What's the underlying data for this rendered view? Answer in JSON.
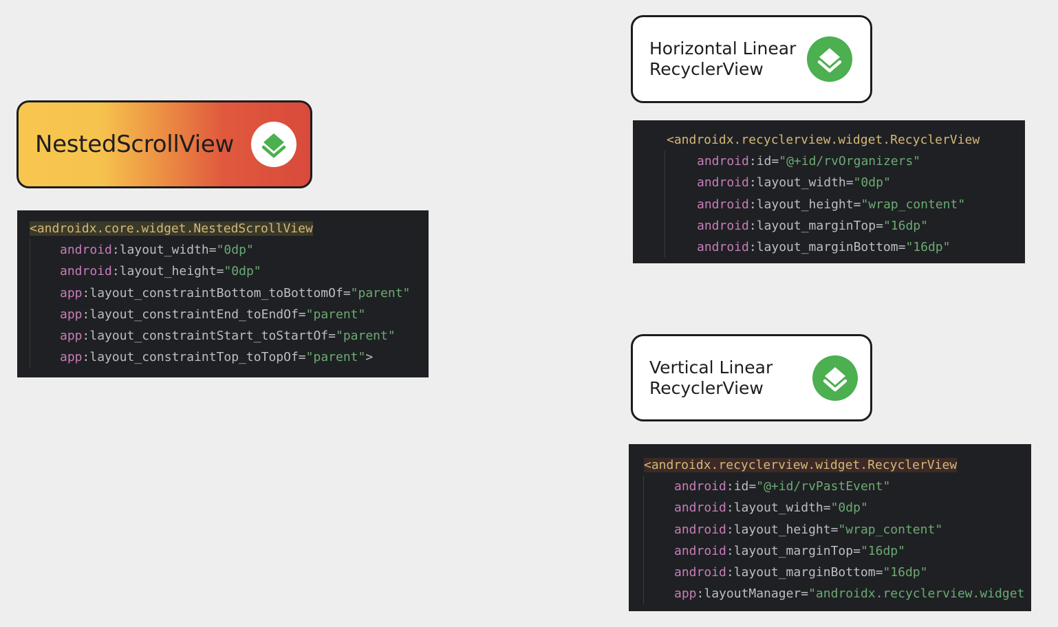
{
  "nested_card": {
    "title": "NestedScrollView",
    "icon": "layers-icon",
    "icon_color": "#4caf50"
  },
  "horizontal_card": {
    "title_line1": "Horizontal Linear",
    "title_line2": "RecyclerView",
    "icon": "layers-icon",
    "icon_color": "#4caf50"
  },
  "vertical_card": {
    "title_line1": "Vertical Linear",
    "title_line2": "RecyclerView",
    "icon": "layers-icon",
    "icon_color": "#4caf50"
  },
  "code_nested": [
    {
      "tag": "<androidx.core.widget.NestedScrollView"
    },
    {
      "ns": "android",
      "attr": "layout_width",
      "value": "\"0dp\""
    },
    {
      "ns": "android",
      "attr": "layout_height",
      "value": "\"0dp\""
    },
    {
      "ns": "app",
      "attr": "layout_constraintBottom_toBottomOf",
      "value": "\"parent\""
    },
    {
      "ns": "app",
      "attr": "layout_constraintEnd_toEndOf",
      "value": "\"parent\""
    },
    {
      "ns": "app",
      "attr": "layout_constraintStart_toStartOf",
      "value": "\"parent\""
    },
    {
      "ns": "app",
      "attr": "layout_constraintTop_toTopOf",
      "value": "\"parent\"",
      "tail": ">"
    }
  ],
  "code_horizontal": [
    {
      "tag": "<androidx.recyclerview.widget.RecyclerView"
    },
    {
      "ns": "android",
      "attr": "id",
      "value": "\"@+id/rvOrganizers\""
    },
    {
      "ns": "android",
      "attr": "layout_width",
      "value": "\"0dp\""
    },
    {
      "ns": "android",
      "attr": "layout_height",
      "value": "\"wrap_content\""
    },
    {
      "ns": "android",
      "attr": "layout_marginTop",
      "value": "\"16dp\""
    },
    {
      "ns": "android",
      "attr": "layout_marginBottom",
      "value": "\"16dp\""
    }
  ],
  "code_vertical": [
    {
      "tag": "<androidx.recyclerview.widget.RecyclerView"
    },
    {
      "ns": "android",
      "attr": "id",
      "value": "\"@+id/rvPastEvent\""
    },
    {
      "ns": "android",
      "attr": "layout_width",
      "value": "\"0dp\""
    },
    {
      "ns": "android",
      "attr": "layout_height",
      "value": "\"wrap_content\""
    },
    {
      "ns": "android",
      "attr": "layout_marginTop",
      "value": "\"16dp\""
    },
    {
      "ns": "android",
      "attr": "layout_marginBottom",
      "value": "\"16dp\""
    },
    {
      "ns": "app",
      "attr": "layoutManager",
      "value": "\"androidx.recyclerview.widget"
    }
  ],
  "colors": {
    "gradient_start": "#f8c64f",
    "gradient_end": "#d94a3c",
    "code_bg": "#1f2023"
  }
}
